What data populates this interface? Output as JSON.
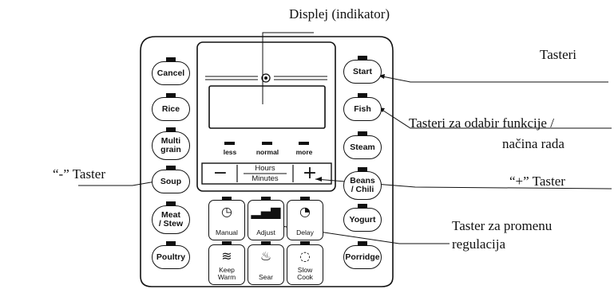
{
  "callouts": {
    "display": "Displej (indikator)",
    "tasteri": "Tasteri",
    "funkcije_line1": "Tasteri za odabir funkcije /",
    "funkcije_line2": "načina rada",
    "minus": "“-” Taster",
    "plus": "“+” Taster",
    "promena_line1": "Taster za promenu",
    "promena_line2": "regulacija"
  },
  "left_buttons": [
    "Cancel",
    "Rice",
    "Multi\ngrain",
    "Soup",
    "Meat\n/ Stew",
    "Poultry"
  ],
  "right_buttons": [
    "Start",
    "Fish",
    "Steam",
    "Beans\n/ Chili",
    "Yogurt",
    "Porridge"
  ],
  "levels": [
    "less",
    "normal",
    "more"
  ],
  "time": {
    "minus": "−",
    "plus": "+",
    "hours": "Hours",
    "minutes": "Minutes"
  },
  "function_buttons": [
    {
      "label": "Manual",
      "icon": "clock-icon"
    },
    {
      "label": "Adjust",
      "icon": "bar-level-icon"
    },
    {
      "label": "Delay",
      "icon": "clock-delay-icon"
    },
    {
      "label": "Keep\nWarm",
      "icon": "warm-waves-icon"
    },
    {
      "label": "Sear",
      "icon": "flame-icon"
    },
    {
      "label": "Slow\nCook",
      "icon": "slow-cook-icon"
    }
  ]
}
